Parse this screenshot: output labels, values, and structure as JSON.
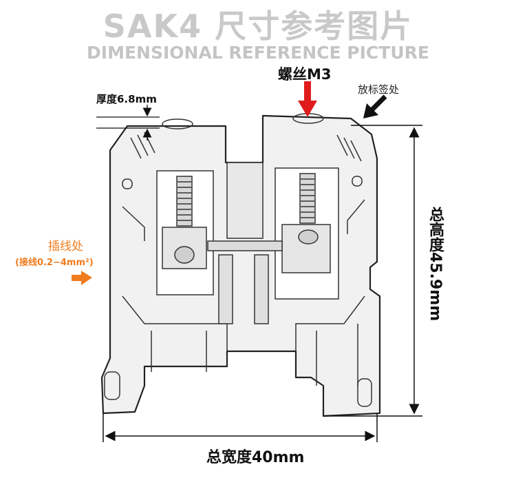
{
  "header": {
    "title": "SAK4 尺寸参考图片",
    "subtitle": "DIMENSIONAL REFERENCE PICTURE"
  },
  "labels": {
    "thickness": "厚度6.8mm",
    "screw": "螺丝M3",
    "marker": "放标签处",
    "wire_entry": "插线处",
    "wire_range": "(接线0.2−4mm²)",
    "height": "总高度45.9mm",
    "width": "总宽度40mm"
  },
  "colors": {
    "title_gray": "#c9c9c9",
    "arrow_red": "#e01b1b",
    "arrow_orange": "#f07c1e",
    "line_black": "#111111"
  },
  "icons": {
    "screw_pointer": "red-down-arrow",
    "marker_pointer": "black-diagonal-arrow",
    "wire_pointer": "orange-right-arrow"
  }
}
